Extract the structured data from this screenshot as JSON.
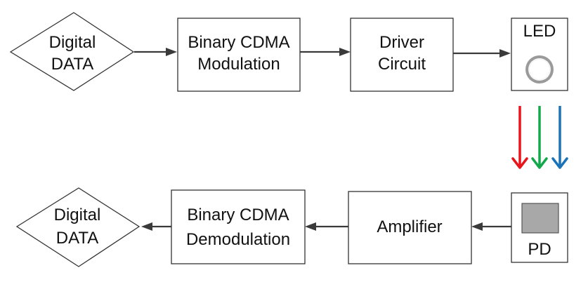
{
  "nodes": {
    "tx_source": {
      "line1": "Digital",
      "line2": "DATA"
    },
    "modulation": {
      "line1": "Binary CDMA",
      "line2": "Modulation"
    },
    "driver": {
      "line1": "Driver",
      "line2": "Circuit"
    },
    "led": {
      "label": "LED"
    },
    "pd": {
      "label": "PD"
    },
    "amplifier": {
      "label": "Amplifier"
    },
    "demodulation": {
      "line1": "Binary CDMA",
      "line2": "Demodulation"
    },
    "rx_sink": {
      "line1": "Digital",
      "line2": "DATA"
    }
  },
  "optical_arrows": {
    "colors": [
      "#e8141b",
      "#13a84b",
      "#1a73b8"
    ]
  },
  "icons": [
    "led-ring-icon",
    "photodiode-icon"
  ]
}
